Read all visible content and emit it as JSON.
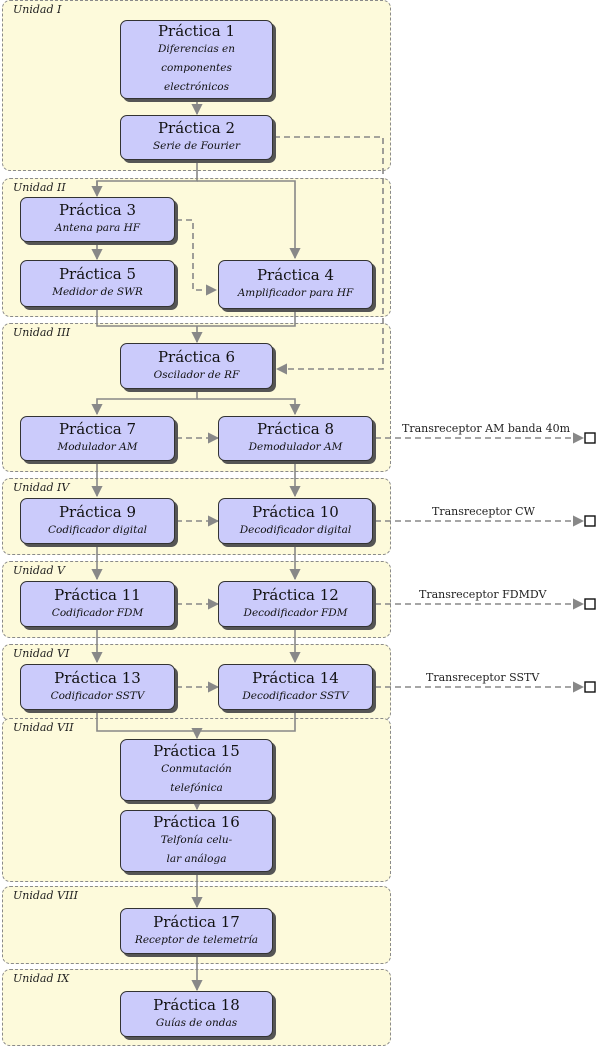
{
  "units": [
    {
      "id": "u1",
      "label": "Unidad I"
    },
    {
      "id": "u2",
      "label": "Unidad II"
    },
    {
      "id": "u3",
      "label": "Unidad III"
    },
    {
      "id": "u4",
      "label": "Unidad IV"
    },
    {
      "id": "u5",
      "label": "Unidad V"
    },
    {
      "id": "u6",
      "label": "Unidad VI"
    },
    {
      "id": "u7",
      "label": "Unidad VII"
    },
    {
      "id": "u8",
      "label": "Unidad VIII"
    },
    {
      "id": "u9",
      "label": "Unidad IX"
    }
  ],
  "practicas": {
    "p1": {
      "title": "Práctica 1",
      "sub": [
        "Diferencias en",
        "componentes",
        "electrónicos"
      ]
    },
    "p2": {
      "title": "Práctica 2",
      "sub": [
        "Serie de Fourier"
      ]
    },
    "p3": {
      "title": "Práctica 3",
      "sub": [
        "Antena para HF"
      ]
    },
    "p5": {
      "title": "Práctica 5",
      "sub": [
        "Medidor de SWR"
      ]
    },
    "p4": {
      "title": "Práctica 4",
      "sub": [
        "Amplificador para HF"
      ]
    },
    "p6": {
      "title": "Práctica 6",
      "sub": [
        "Oscilador de RF"
      ]
    },
    "p7": {
      "title": "Práctica 7",
      "sub": [
        "Modulador AM"
      ]
    },
    "p8": {
      "title": "Práctica 8",
      "sub": [
        "Demodulador AM"
      ]
    },
    "p9": {
      "title": "Práctica 9",
      "sub": [
        "Codificador digital"
      ]
    },
    "p10": {
      "title": "Práctica 10",
      "sub": [
        "Decodificador digital"
      ]
    },
    "p11": {
      "title": "Práctica 11",
      "sub": [
        "Codificador FDM"
      ]
    },
    "p12": {
      "title": "Práctica 12",
      "sub": [
        "Decodificador FDM"
      ]
    },
    "p13": {
      "title": "Práctica 13",
      "sub": [
        "Codificador SSTV"
      ]
    },
    "p14": {
      "title": "Práctica 14",
      "sub": [
        "Decodificador SSTV"
      ]
    },
    "p15": {
      "title": "Práctica 15",
      "sub": [
        "Conmutación",
        "telefónica"
      ]
    },
    "p16": {
      "title": "Práctica 16",
      "sub": [
        "Telfonía celu-",
        "lar análoga"
      ]
    },
    "p17": {
      "title": "Práctica 17",
      "sub": [
        "Receptor de telemetría"
      ]
    },
    "p18": {
      "title": "Práctica 18",
      "sub": [
        "Guías de ondas"
      ]
    }
  },
  "transceptores": {
    "am": "Transreceptor AM banda 40m",
    "cw": "Transreceptor CW",
    "fdmdv": "Transreceptor FDMDV",
    "sstv": "Transreceptor SSTV"
  },
  "colors": {
    "unit_fill": "#fdfadb",
    "node_fill": "#cbcbfb",
    "wire": "#888888"
  }
}
